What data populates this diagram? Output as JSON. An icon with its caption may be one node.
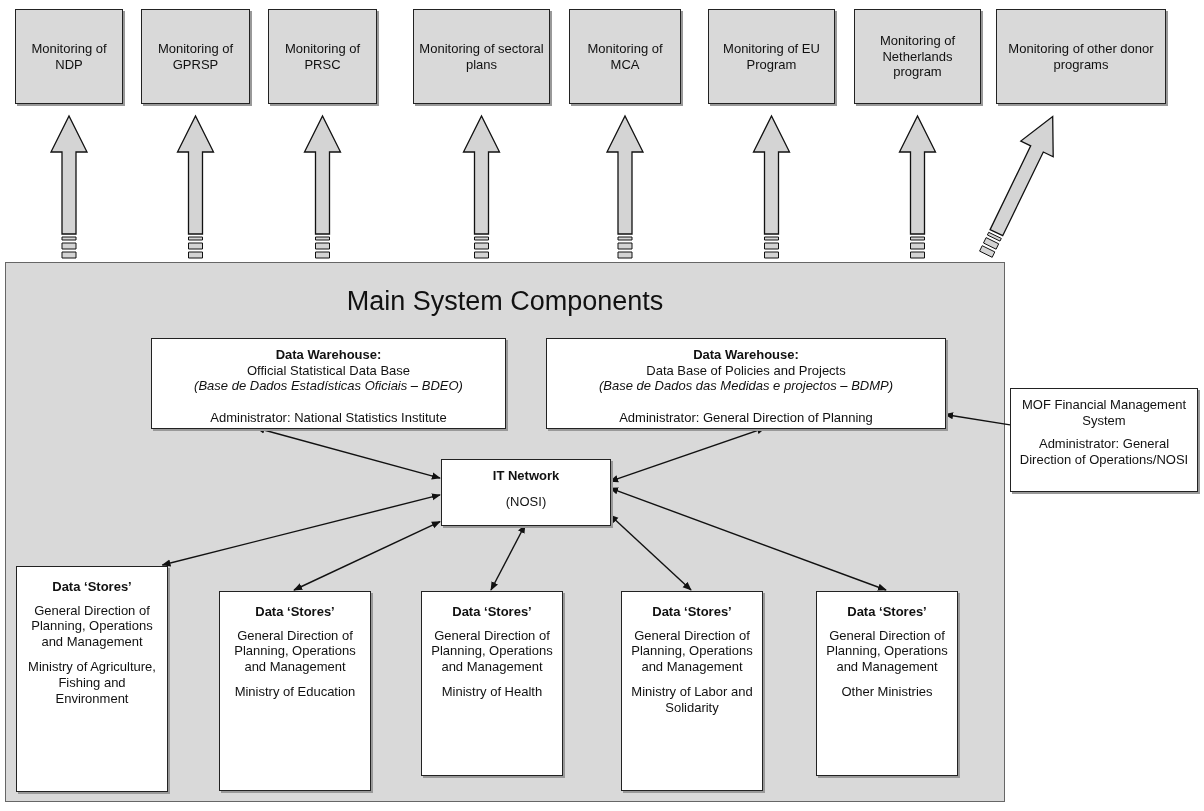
{
  "diagram": {
    "nodes": [
      {
        "text": [
          "Monitoring of NDP"
        ]
      },
      {
        "text": [
          "Monitoring of GPRSP"
        ]
      },
      {
        "text": [
          "Monitoring of PRSC"
        ]
      },
      {
        "text": [
          "Monitoring of sectoral plans"
        ]
      },
      {
        "text": [
          "Monitoring of MCA"
        ]
      },
      {
        "text": [
          "Monitoring of EU Program"
        ]
      },
      {
        "text": [
          "Monitoring of Netherlands program"
        ]
      },
      {
        "text": [
          "Monitoring of other donor programs"
        ]
      },
      {
        "text": [
          "Main System Components"
        ]
      },
      {
        "text": [
          "Data Warehouse:",
          "Official Statistical Data Base",
          "(Base de Dados Estadísticas Oficiais – BDEO)",
          "Administrator: National Statistics Institute"
        ],
        "in": 8
      },
      {
        "text": [
          "Data Warehouse:",
          "Data Base of Policies and Projects",
          "(Base de Dados das Medidas e projectos – BDMP)",
          "Administrator: General Direction of Planning"
        ],
        "in": 8
      },
      {
        "text": [
          "MOF Financial Management System",
          "Administrator: General Direction of Operations/NOSI"
        ]
      },
      {
        "text": [
          "IT Network",
          "(NOSI)"
        ],
        "in": 8
      },
      {
        "text": [
          "Data ‘Stores’",
          "General Direction of Planning, Operations and Management",
          "Ministry of Agriculture, Fishing and Environment"
        ],
        "in": 8
      },
      {
        "text": [
          "Data ‘Stores’",
          "General Direction of Planning, Operations and Management",
          "Ministry of Education"
        ],
        "in": 8
      },
      {
        "text": [
          "Data ‘Stores’",
          "General Direction of Planning, Operations and Management",
          "Ministry of Health"
        ],
        "in": 8
      },
      {
        "text": [
          "Data ‘Stores’",
          "General Direction of Planning, Operations and Management",
          "Ministry of Labor and Solidarity"
        ],
        "in": 8
      },
      {
        "text": [
          "Data ‘Stores’",
          "General Direction of Planning, Operations and Management",
          "Other Ministries"
        ],
        "in": 8
      }
    ],
    "edges": [
      {
        "from": 8,
        "to": 0,
        "arrow": "to",
        "style": "thick"
      },
      {
        "from": 8,
        "to": 1,
        "arrow": "to",
        "style": "thick"
      },
      {
        "from": 8,
        "to": 2,
        "arrow": "to",
        "style": "thick"
      },
      {
        "from": 8,
        "to": 3,
        "arrow": "to",
        "style": "thick"
      },
      {
        "from": 8,
        "to": 4,
        "arrow": "to",
        "style": "thick"
      },
      {
        "from": 8,
        "to": 5,
        "arrow": "to",
        "style": "thick"
      },
      {
        "from": 8,
        "to": 6,
        "arrow": "to",
        "style": "thick"
      },
      {
        "from": 8,
        "to": 7,
        "arrow": "to",
        "style": "thick"
      },
      {
        "from": 11,
        "to": 10,
        "arrow": "to"
      },
      {
        "from": 9,
        "to": 12,
        "arrow": "both"
      },
      {
        "from": 10,
        "to": 12,
        "arrow": "both"
      },
      {
        "from": 13,
        "to": 12,
        "arrow": "both"
      },
      {
        "from": 14,
        "to": 12,
        "arrow": "both"
      },
      {
        "from": 15,
        "to": 12,
        "arrow": "both"
      },
      {
        "from": 16,
        "to": 12,
        "arrow": "both"
      },
      {
        "from": 17,
        "to": 12,
        "arrow": "both"
      }
    ]
  }
}
